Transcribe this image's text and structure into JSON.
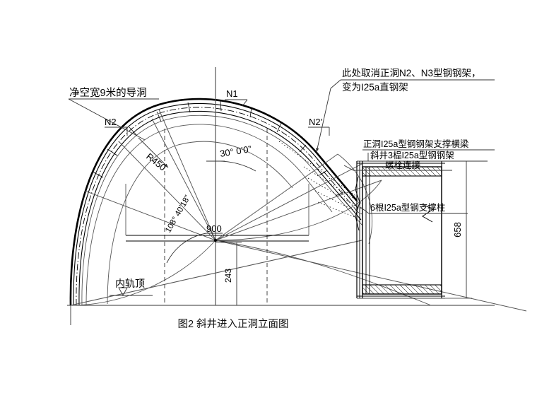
{
  "figure": {
    "caption": "图2 斜井进入正洞立面图",
    "background_color": "#ffffff",
    "line_color": "#000000",
    "thin_line_color": "#555555"
  },
  "annotations": {
    "left_note": "净空宽9米的导洞",
    "top_right_note_line1": "此处取消正洞N2、N3型钢钢架，",
    "top_right_note_line2": "变为I25a直钢架",
    "right_note_line1": "正洞I25a型钢钢架支撑横梁",
    "right_note_line2": "斜井3榀I25a型钢钢架",
    "right_note_line3": "螺栓连接",
    "column_note": "6根I25a型钢支撑柱",
    "rail_top": "内轨顶"
  },
  "labels": {
    "n1": "N1",
    "n2": "N2",
    "n2_prime": "N2’"
  },
  "dimensions": {
    "radius": "R450",
    "angle_top": "30°  0’0”",
    "angle_lower": "108° 40’18”",
    "width_900": "900",
    "height_243": "243",
    "height_658": "658"
  }
}
